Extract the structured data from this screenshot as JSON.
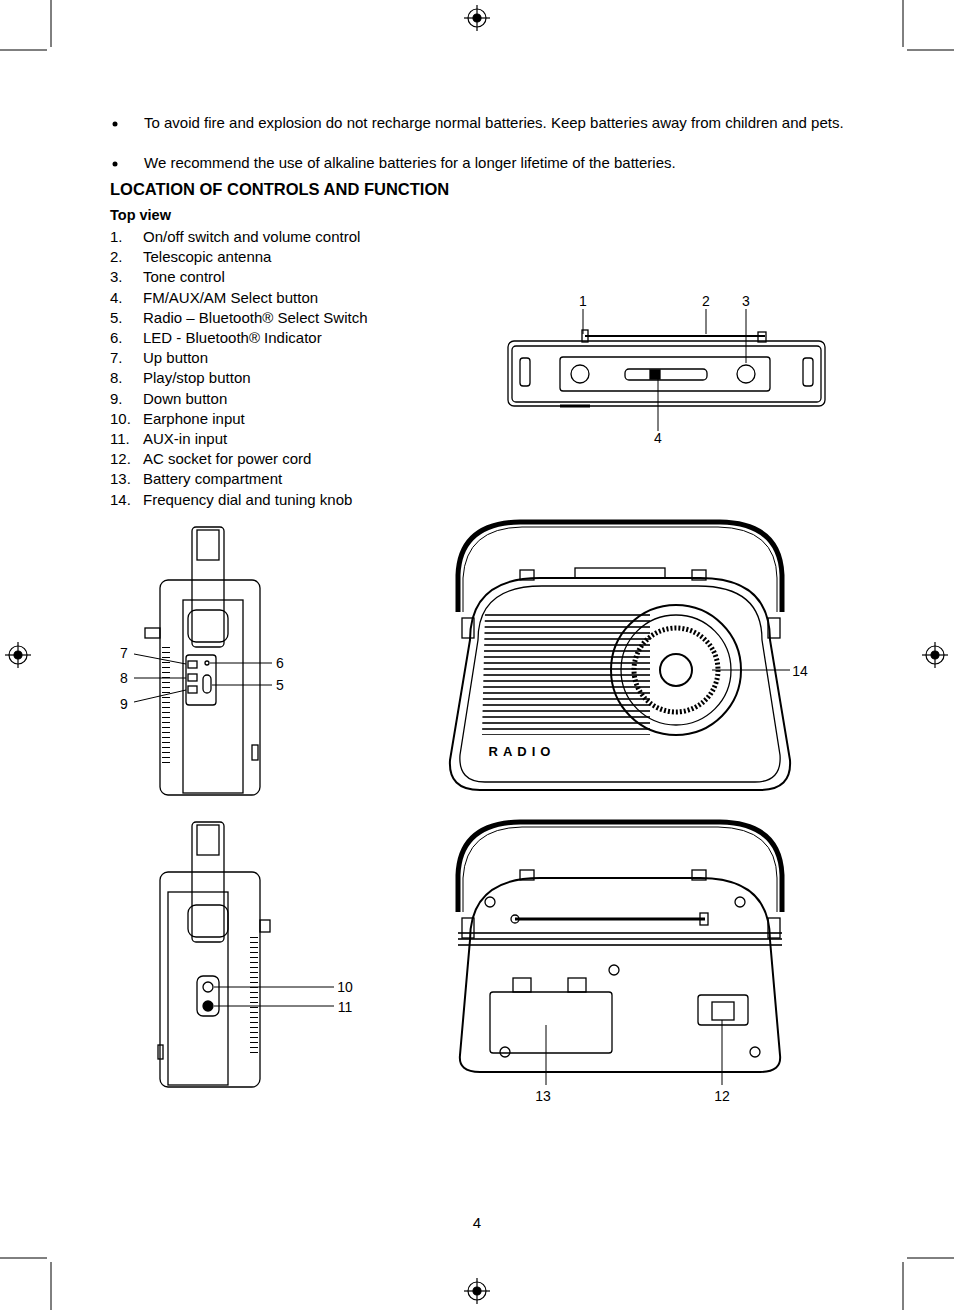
{
  "diagram": {
    "title": "LOCATION OF CONTROLS AND FUNCTION",
    "labels": [
      "To avoid fire and explosion do not recharge normal batteries. Keep batteries away from children and pets.",
      "We recommend the use of alkaline batteries for a longer lifetime of the batteries.",
      "Top view",
      "1.",
      "On/off switch and volume control",
      "2.",
      "Telescopic antenna",
      "3.",
      "Tone control",
      "4.",
      "FM/AUX/AM Select button",
      "5.",
      "Radio – Bluetooth® Select Switch",
      "6.",
      "LED - Bluetooth® Indicator",
      "7.",
      "Up button",
      "8.",
      "Play/stop button",
      "9.",
      "Down button",
      "10.",
      "Earphone input",
      "11.",
      "AUX-in input",
      "12.",
      "AC socket for power cord",
      "13.",
      "Battery compartment",
      "14.",
      "Frequency dial and tuning knob",
      "1",
      "2",
      "3",
      "4",
      "7",
      "8",
      "9",
      "6",
      "5",
      "14",
      "RADIO",
      "10",
      "11",
      "13",
      "12",
      "4"
    ]
  }
}
